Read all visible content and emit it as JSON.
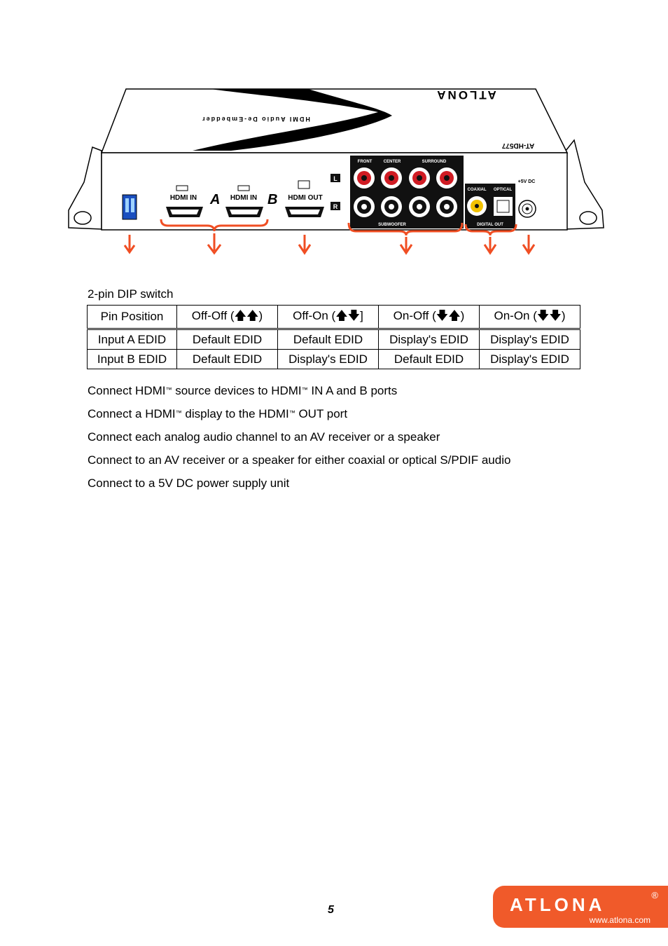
{
  "device": {
    "brand": "ATLONA",
    "model": "AT-HD577",
    "product_name": "HDMI Audio De-Embedder",
    "ports": {
      "hdmi_in_a": "HDMI IN",
      "hdmi_in_b": "HDMI IN",
      "letter_a": "A",
      "letter_b": "B",
      "hdmi_out": "HDMI OUT",
      "front": "FRONT",
      "center": "CENTER",
      "surround": "SURROUND",
      "subwoofer": "SUBWOOFER",
      "left": "L",
      "right": "R",
      "coaxial": "COAXIAL",
      "optical": "OPTICAL",
      "digital_out": "DIGITAL OUT",
      "power": "+5V DC"
    },
    "accent_color": "#f04e23"
  },
  "dip_caption": "2-pin DIP switch",
  "dip_table": {
    "headers": [
      "Pin Position",
      "Off-Off (🡅🡅)",
      "Off-On (🡅🡇]",
      "On-Off (🡇🡅)",
      "On-On (🡇🡇)"
    ],
    "rows": [
      [
        "Input A EDID",
        "Default EDID",
        "Default EDID",
        "Display's EDID",
        "Display's EDID"
      ],
      [
        "Input B EDID",
        "Default EDID",
        "Display's EDID",
        "Default EDID",
        "Display's EDID"
      ]
    ]
  },
  "instructions": {
    "line1_a": "Connect HDMI",
    "line1_tm": "™",
    "line1_b": " source devices to HDMI",
    "line1_c": " IN A and B ports",
    "line2_a": "Connect a HDMI",
    "line2_b": " display to the HDMI",
    "line2_c": " OUT port",
    "line3": "Connect each analog audio channel to an AV receiver or a speaker",
    "line4": "Connect to an AV receiver or a speaker for either coaxial or optical S/PDIF audio",
    "line5": "Connect to a 5V DC power supply unit"
  },
  "page_number": "5",
  "footer_logo": {
    "text": "ATLONA",
    "registered": "®",
    "url": "www.atlona.com",
    "color": "#f05a2a"
  }
}
